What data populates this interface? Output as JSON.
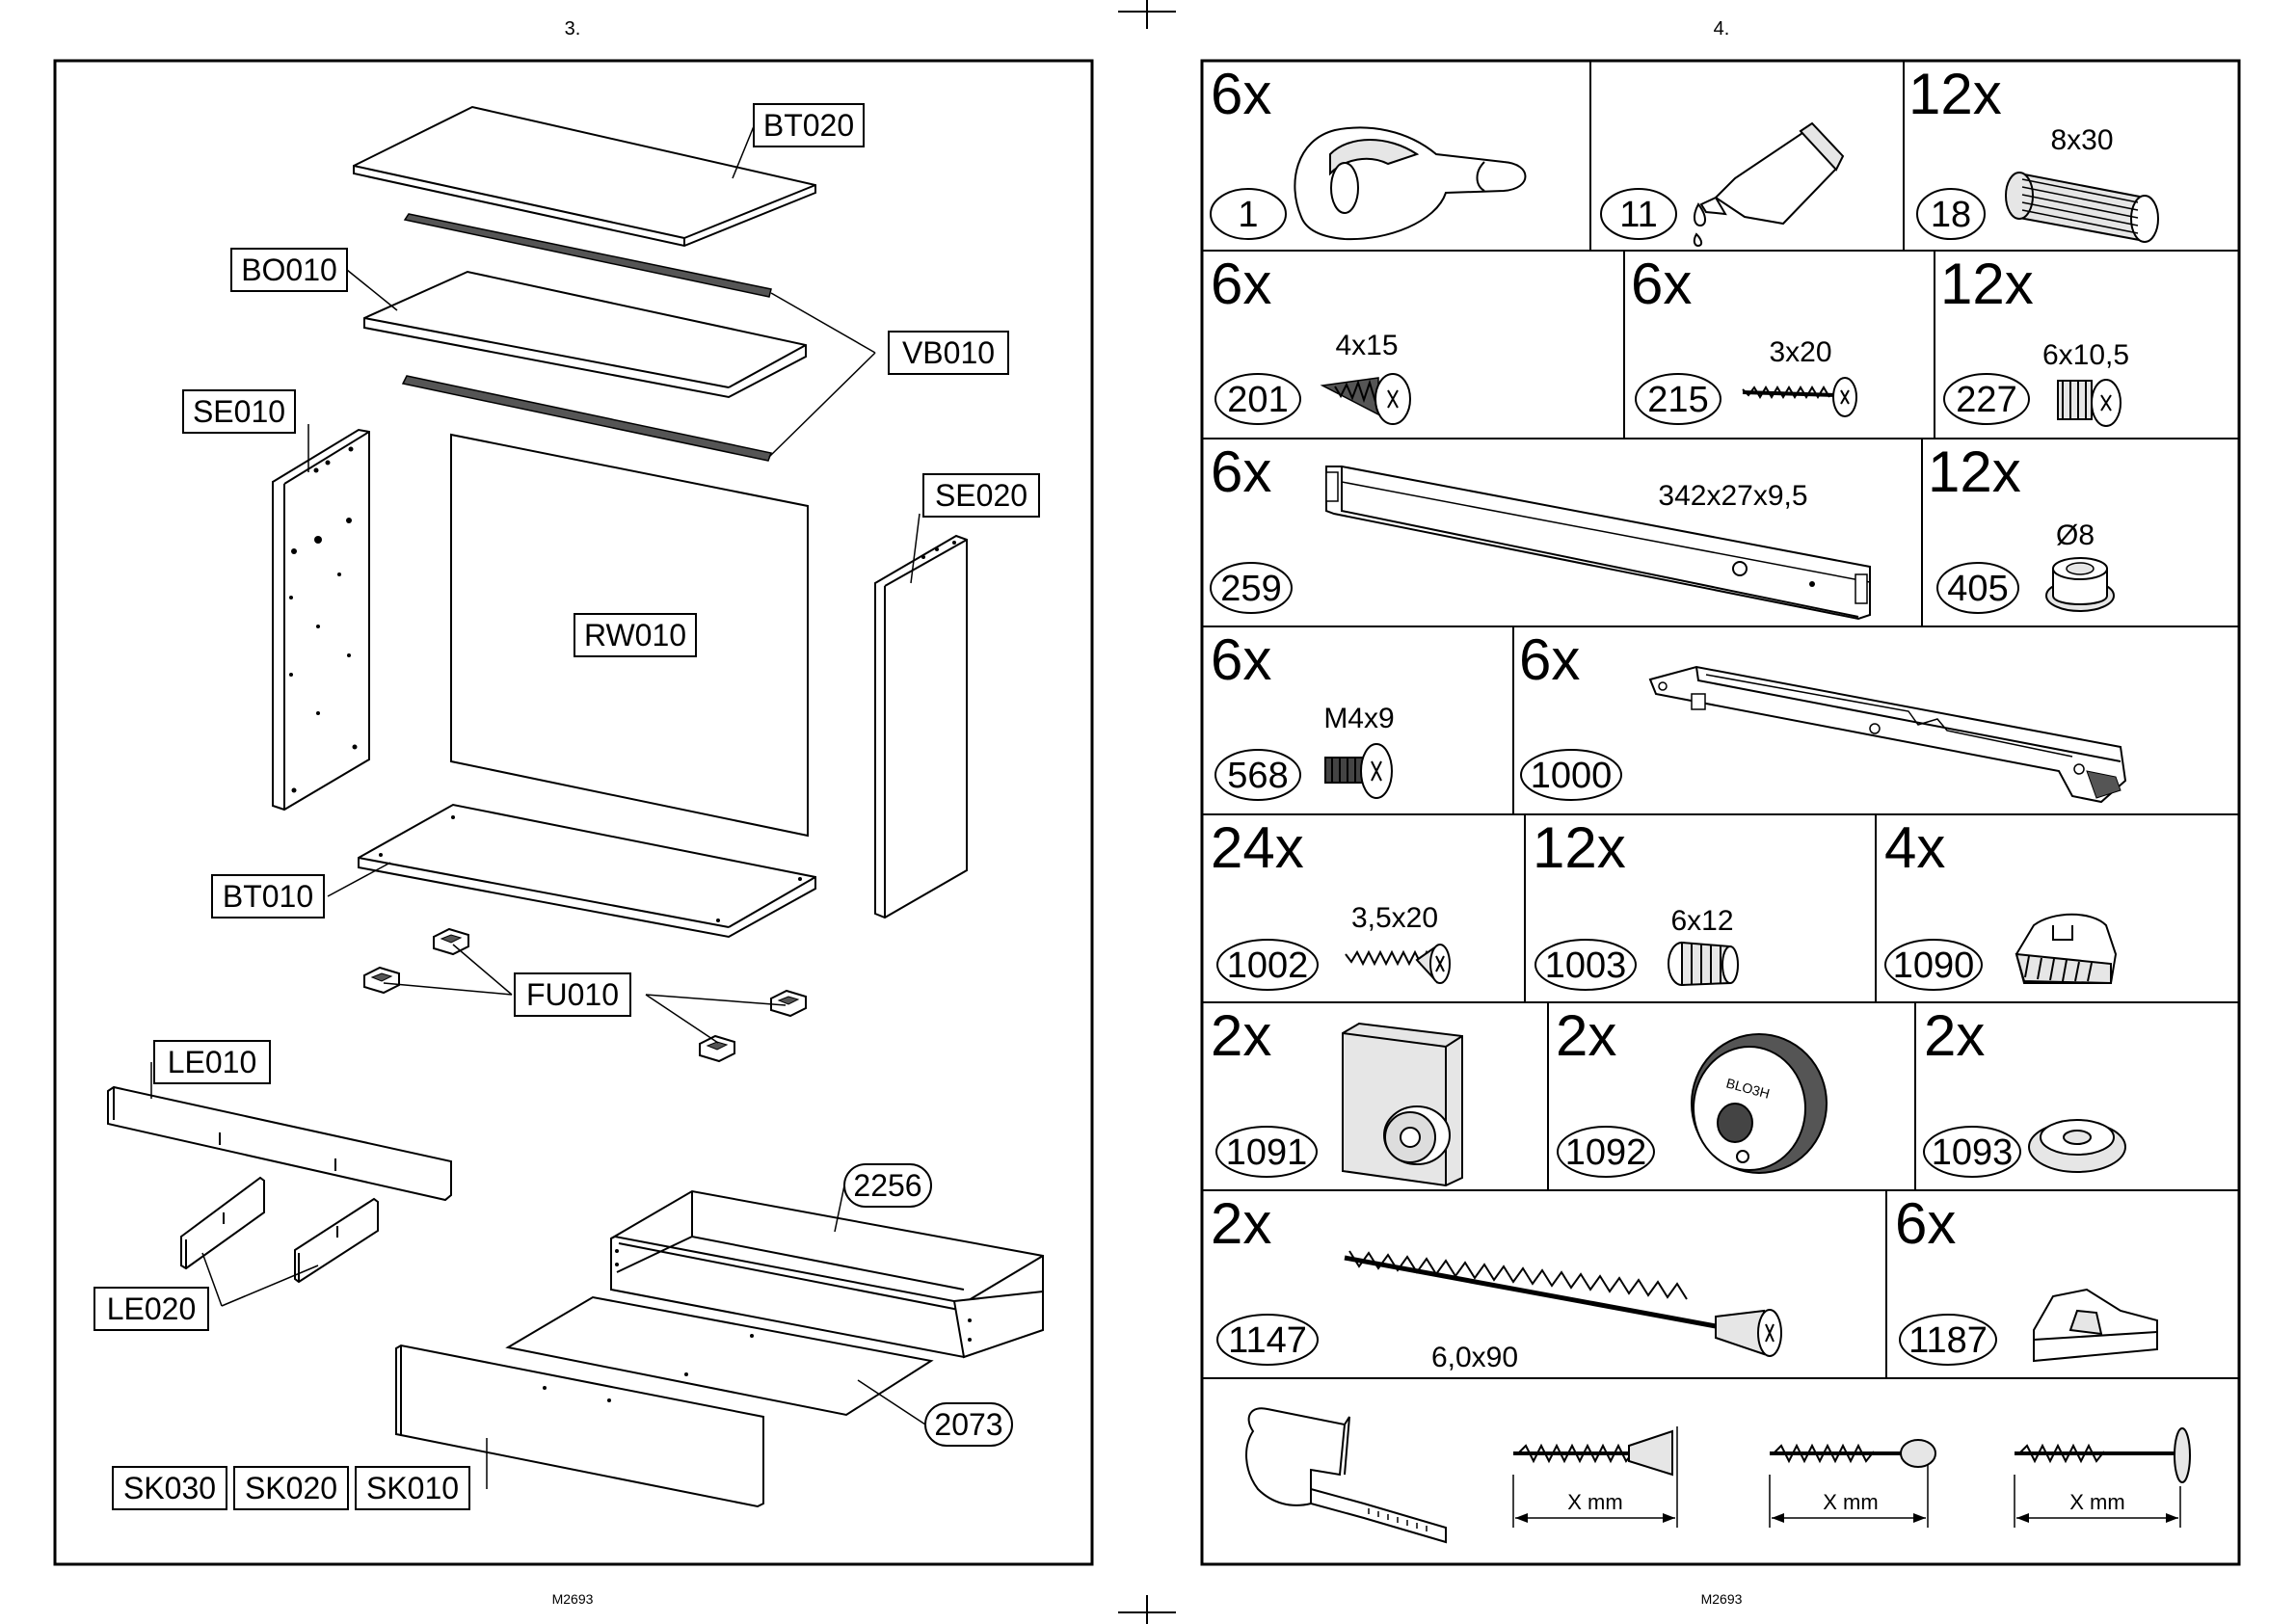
{
  "pages": {
    "left_number": "3.",
    "right_number": "4.",
    "left_footer": "M2693",
    "right_footer": "M2693"
  },
  "assembly": {
    "labels": [
      {
        "id": "BT020",
        "text": "BT020"
      },
      {
        "id": "BO010",
        "text": "BO010"
      },
      {
        "id": "VB010",
        "text": "VB010"
      },
      {
        "id": "SE010",
        "text": "SE010"
      },
      {
        "id": "SE020",
        "text": "SE020"
      },
      {
        "id": "RW010",
        "text": "RW010"
      },
      {
        "id": "BT010",
        "text": "BT010"
      },
      {
        "id": "FU010",
        "text": "FU010"
      },
      {
        "id": "LE010",
        "text": "LE010"
      },
      {
        "id": "LE020",
        "text": "LE020"
      },
      {
        "id": "SK030",
        "text": "SK030"
      },
      {
        "id": "SK020",
        "text": "SK020"
      },
      {
        "id": "SK010",
        "text": "SK010"
      }
    ],
    "drawer_parts": [
      {
        "id": "2256",
        "text": "2256"
      },
      {
        "id": "2073",
        "text": "2073"
      }
    ]
  },
  "hardware": [
    {
      "qty": "6x",
      "number": "1",
      "size": "",
      "icon": "cam-lock-icon"
    },
    {
      "qty": "",
      "number": "11",
      "size": "",
      "icon": "glue-tube-icon"
    },
    {
      "qty": "12x",
      "number": "18",
      "size": "8x30",
      "icon": "wooden-dowel-icon"
    },
    {
      "qty": "6x",
      "number": "201",
      "size": "4x15",
      "icon": "screw-icon"
    },
    {
      "qty": "6x",
      "number": "215",
      "size": "3x20",
      "icon": "screw-icon"
    },
    {
      "qty": "12x",
      "number": "227",
      "size": "6x10,5",
      "icon": "euro-screw-icon"
    },
    {
      "qty": "6x",
      "number": "259",
      "size": "342x27x9,5",
      "icon": "drawer-rail-icon"
    },
    {
      "qty": "12x",
      "number": "405",
      "size": "Ø8",
      "icon": "connector-sleeve-icon"
    },
    {
      "qty": "6x",
      "number": "568",
      "size": "M4x9",
      "icon": "machine-screw-icon"
    },
    {
      "qty": "6x",
      "number": "1000",
      "size": "",
      "icon": "drawer-runner-icon"
    },
    {
      "qty": "24x",
      "number": "1002",
      "size": "3,5x20",
      "icon": "screw-icon"
    },
    {
      "qty": "12x",
      "number": "1003",
      "size": "6x12",
      "icon": "threaded-insert-icon"
    },
    {
      "qty": "4x",
      "number": "1090",
      "size": "",
      "icon": "leveller-foot-icon"
    },
    {
      "qty": "2x",
      "number": "1091",
      "size": "",
      "icon": "wall-bracket-icon"
    },
    {
      "qty": "2x",
      "number": "1092",
      "size": "",
      "icon": "adjuster-wheel-icon"
    },
    {
      "qty": "2x",
      "number": "1093",
      "size": "",
      "icon": "washer-icon"
    },
    {
      "qty": "2x",
      "number": "1147",
      "size": "6,0x90",
      "icon": "long-screw-icon"
    },
    {
      "qty": "6x",
      "number": "1187",
      "size": "",
      "icon": "clip-icon"
    }
  ],
  "measure_row": {
    "labels": [
      "X mm",
      "X mm",
      "X mm"
    ]
  }
}
